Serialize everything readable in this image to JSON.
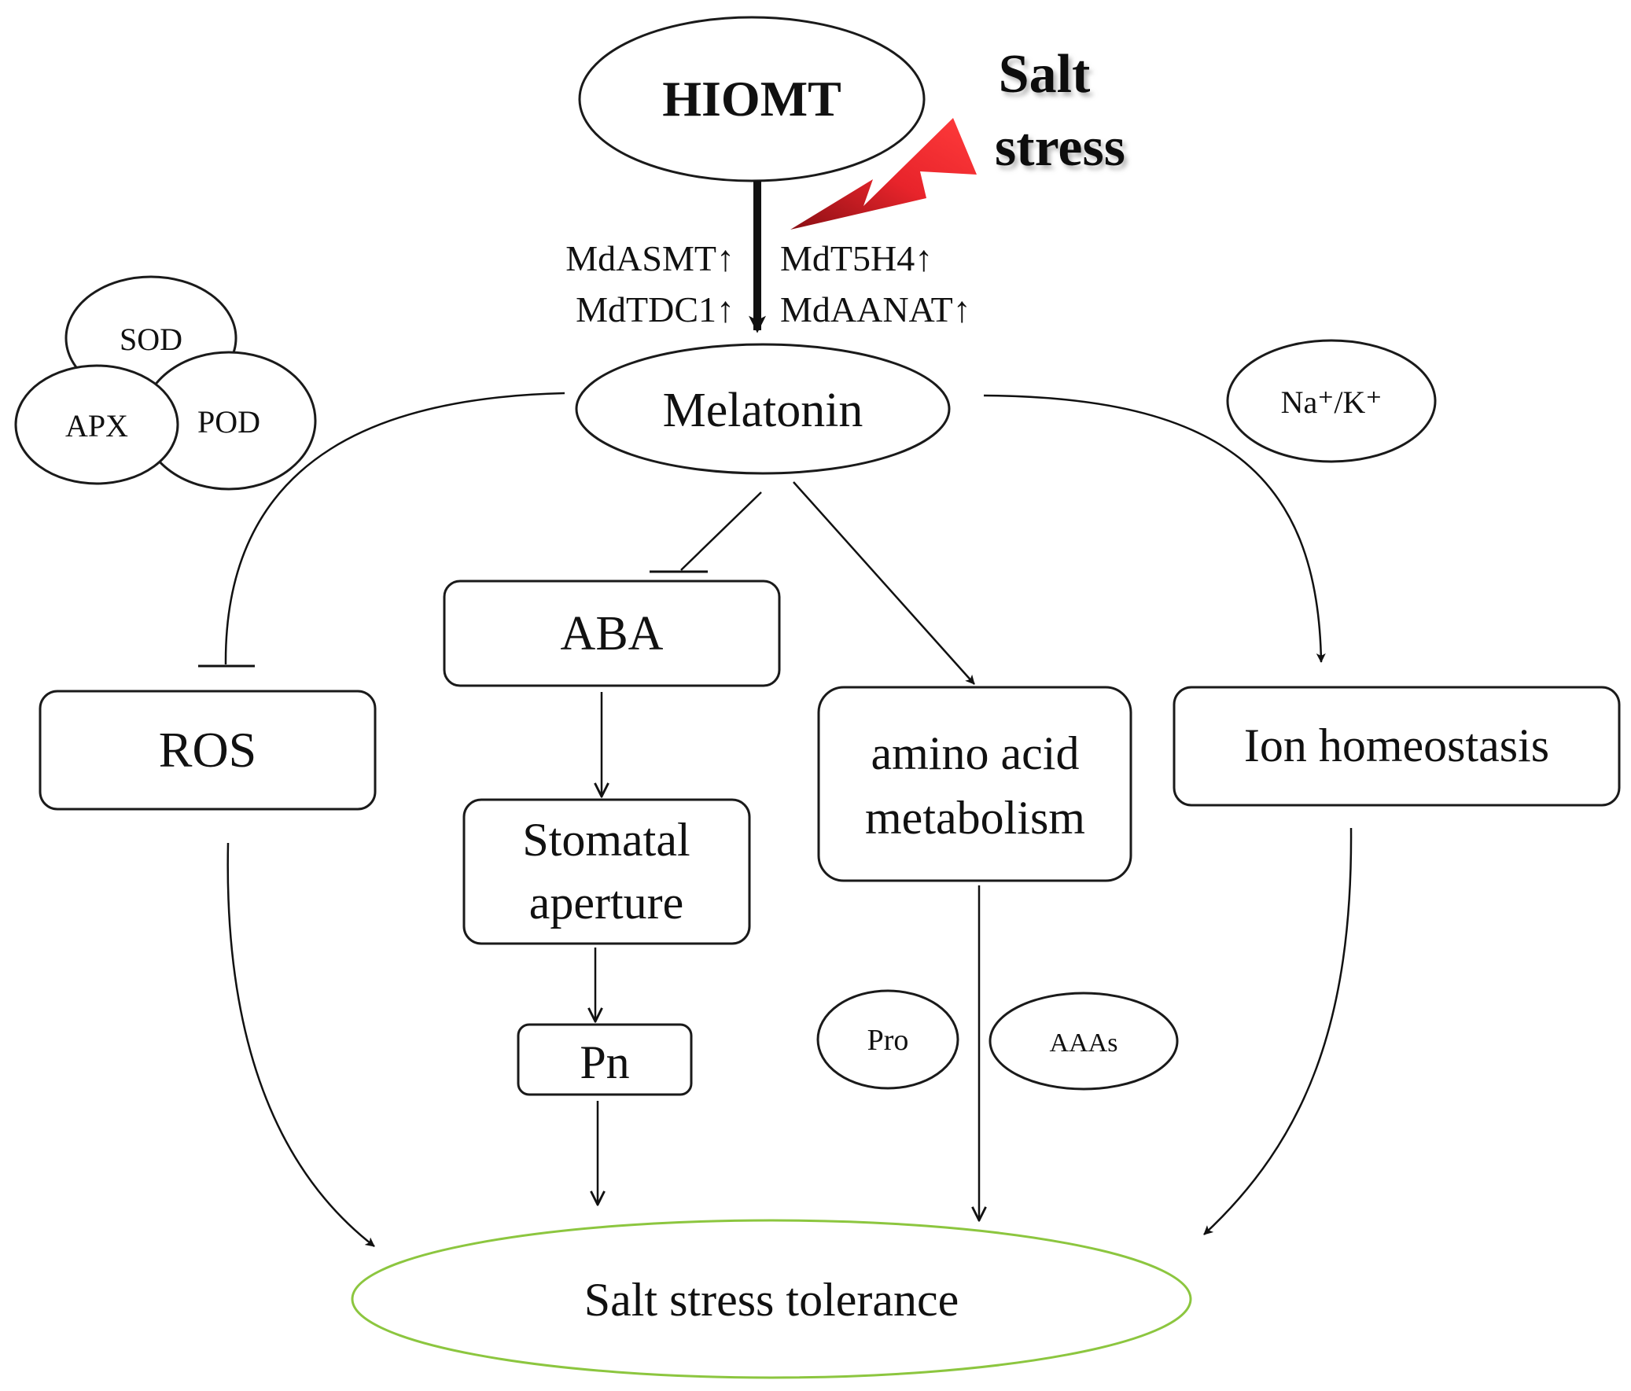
{
  "nodes": {
    "hiomt": "HIOMT",
    "salt_stress_line1": "Salt",
    "salt_stress_line2": "stress",
    "melatonin": "Melatonin",
    "sod": "SOD",
    "apx": "APX",
    "pod": "POD",
    "na_k": "Na⁺/K⁺",
    "ros": "ROS",
    "aba": "ABA",
    "stomatal_line1": "Stomatal",
    "stomatal_line2": "aperture",
    "pn": "Pn",
    "amino_line1": "amino acid",
    "amino_line2": "metabolism",
    "ion": "Ion homeostasis",
    "pro": "Pro",
    "aaas": "AAAs",
    "tolerance": "Salt stress tolerance"
  },
  "genes": {
    "left": [
      "MdASMT↑",
      "MdTDC1↑"
    ],
    "right": [
      "MdT5H4↑",
      "MdAANAT↑"
    ]
  },
  "colors": {
    "lightning": "#e8242b",
    "tolerance_outline": "#8cc63f",
    "stroke": "#111111"
  }
}
